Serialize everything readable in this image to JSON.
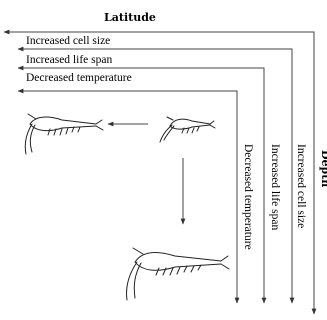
{
  "diagram": {
    "title_latitude": "Latitude",
    "title_depth": "Depth",
    "horizontal_labels": [
      "Increased cell size",
      "Increased life span",
      "Decreased temperature"
    ],
    "vertical_labels": [
      "Decreased temperature",
      "Increased life span",
      "Increased cell size"
    ]
  }
}
